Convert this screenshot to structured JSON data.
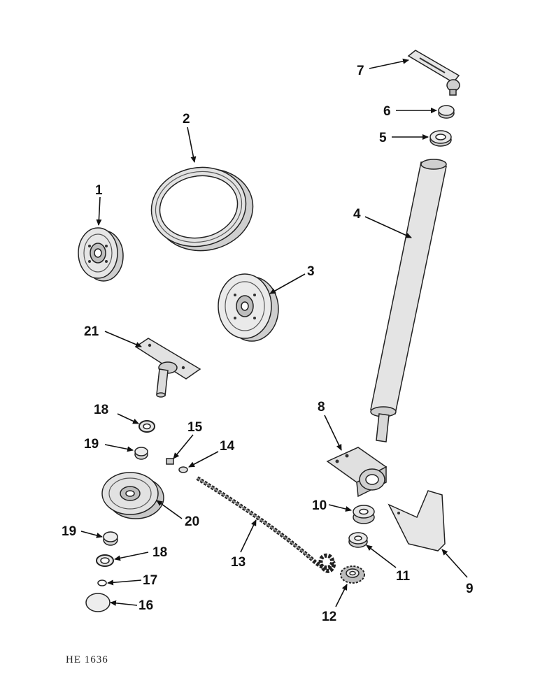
{
  "figure_code": "HE 1636",
  "callouts": [
    {
      "id": "1",
      "label": "1"
    },
    {
      "id": "2",
      "label": "2"
    },
    {
      "id": "3",
      "label": "3"
    },
    {
      "id": "4",
      "label": "4"
    },
    {
      "id": "5",
      "label": "5"
    },
    {
      "id": "6",
      "label": "6"
    },
    {
      "id": "7",
      "label": "7"
    },
    {
      "id": "8",
      "label": "8"
    },
    {
      "id": "9",
      "label": "9"
    },
    {
      "id": "10",
      "label": "10"
    },
    {
      "id": "11",
      "label": "11"
    },
    {
      "id": "12",
      "label": "12"
    },
    {
      "id": "13",
      "label": "13"
    },
    {
      "id": "14",
      "label": "14"
    },
    {
      "id": "15",
      "label": "15"
    },
    {
      "id": "16",
      "label": "16"
    },
    {
      "id": "17",
      "label": "17"
    },
    {
      "id": "18a",
      "label": "18"
    },
    {
      "id": "18b",
      "label": "18"
    },
    {
      "id": "19a",
      "label": "19"
    },
    {
      "id": "19b",
      "label": "19"
    },
    {
      "id": "20",
      "label": "20"
    },
    {
      "id": "21",
      "label": "21"
    }
  ]
}
